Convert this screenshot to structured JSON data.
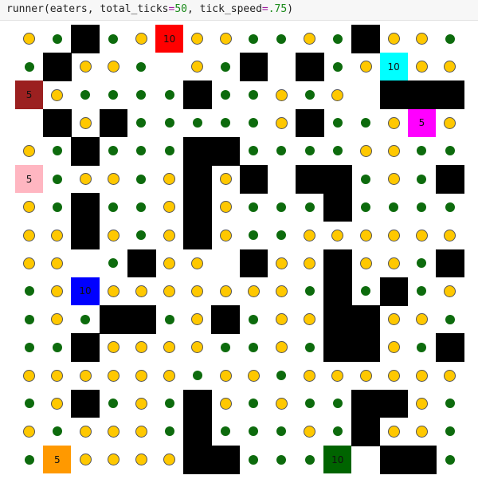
{
  "code": {
    "fn": "runner(eaters, total_ticks",
    "eq1": "=",
    "ticks": "50",
    "mid": ", tick_speed",
    "eq2": "=",
    "speed": ".75",
    "close": ")"
  },
  "colors": {
    "wall": "#000000",
    "yellow_pellet": "#ffc800",
    "green_pellet": "#0d6b0d"
  },
  "grid": {
    "rows": 16,
    "cols": 16,
    "legend": {
      "Y": "yellow-pellet",
      "G": "green-pellet",
      "#": "wall",
      ".": "empty",
      "E": "eater"
    },
    "map": [
      "YG#GY.YYGGYG#YYG",
      "G#YYG.YG#.#GY.YY",
      ".YGGGG#GGYGY.###",
      ".#Y#GGGGGY#GGY.Y",
      "YG#GGG##GGGGYYGG",
      ".GYYGY#Y#.##GYG#",
      "YG#GGY#YGGG#GGGG",
      "YY#YGY#YGGYYYYYY",
      "YY.G#YY.#YY#YYG#",
      "GY.YYYYYYYG#G#GY",
      "GYG##GY#GYY##YYG",
      "GG#YYYYGGYG##YG#",
      "YYYYYYGYYGYYYYYY",
      "GY#GYG#YGYGG##YG",
      "YGYYYG#GGGYG#YYG",
      "G.YYYY##GGG..##G"
    ],
    "eaters": [
      {
        "row": 0,
        "col": 5,
        "label": "10",
        "color": "#ff0000"
      },
      {
        "row": 1,
        "col": 13,
        "label": "10",
        "color": "#00ffff"
      },
      {
        "row": 2,
        "col": 0,
        "label": "5",
        "color": "#9b2020"
      },
      {
        "row": 3,
        "col": 14,
        "label": "5",
        "color": "#ff00ff"
      },
      {
        "row": 5,
        "col": 0,
        "label": "5",
        "color": "#ffb6c1"
      },
      {
        "row": 9,
        "col": 2,
        "label": "10",
        "color": "#0000ff"
      },
      {
        "row": 15,
        "col": 1,
        "label": "5",
        "color": "#ff9900"
      },
      {
        "row": 15,
        "col": 11,
        "label": "10",
        "color": "#006400"
      }
    ]
  }
}
